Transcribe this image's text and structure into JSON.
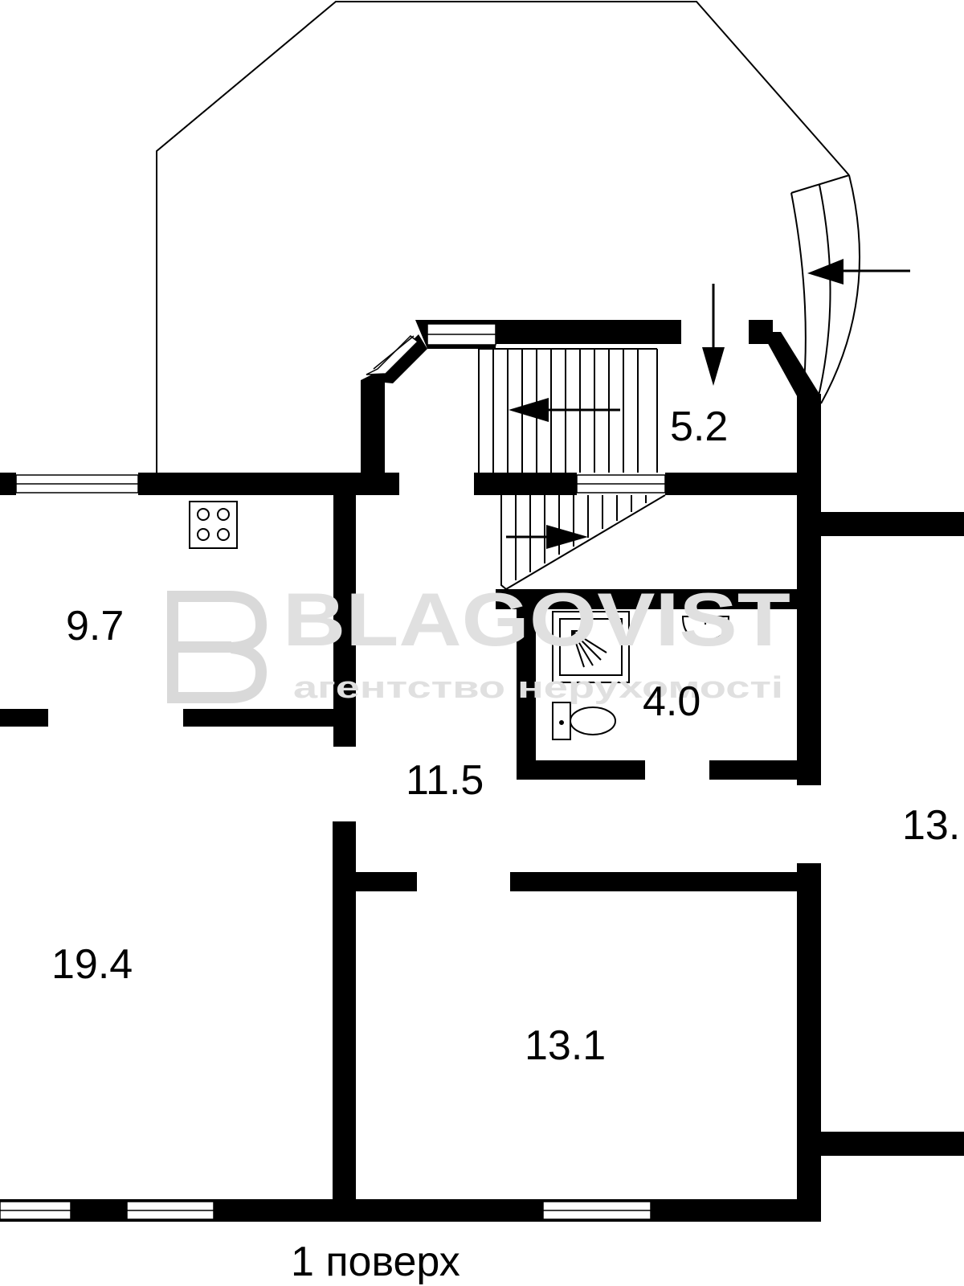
{
  "floor_title": "1 поверх",
  "rooms": {
    "kitchen_area": "9.7",
    "stair_area": "5.2",
    "bathroom_area": "4.0",
    "hall_area": "11.5",
    "living_area": "19.4",
    "bedroom_area": "13.1",
    "right_room_area": "13."
  },
  "watermark": {
    "brand": "BLAGOVIST",
    "tagline": "агентство нерухомості"
  },
  "colors": {
    "wall": "#000000",
    "background": "#ffffff",
    "watermark": "#d9d9d9"
  }
}
